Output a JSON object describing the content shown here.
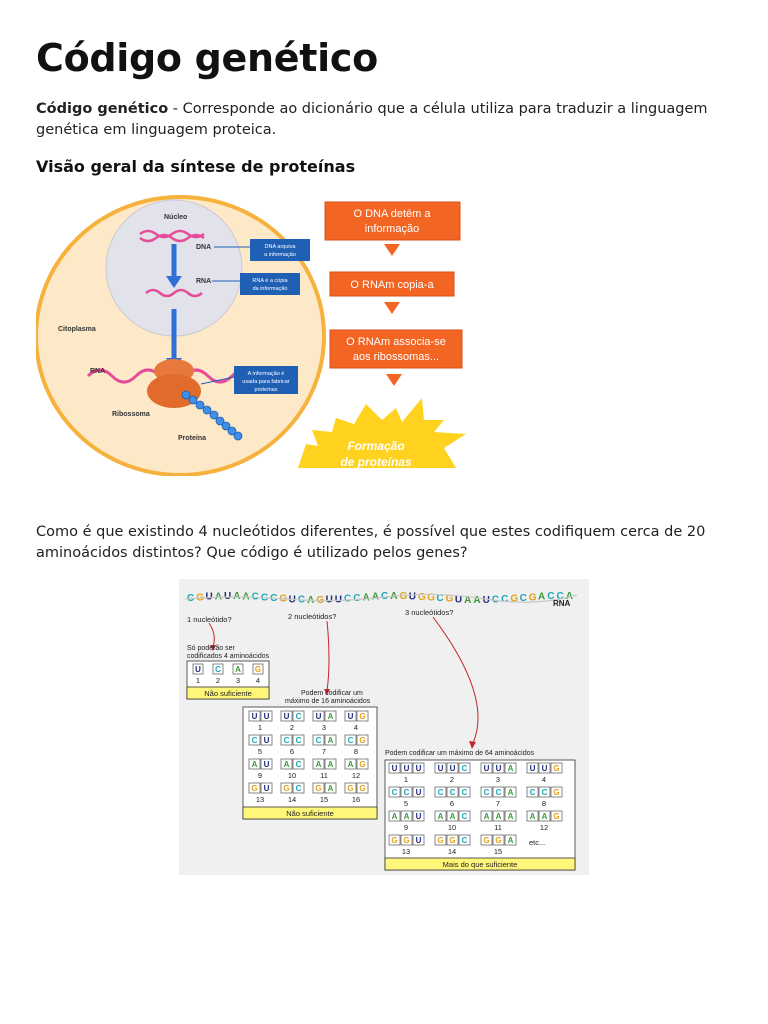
{
  "page": {
    "title": "Código genético",
    "intro_term": "Código genético",
    "intro_sep": " - ",
    "intro_text": "Corresponde ao dicionário que a célula utiliza para traduzir a linguagem genética em linguagem proteica.",
    "subtitle": "Visão geral da síntese de proteínas",
    "question": "Como é que existindo 4 nucleótidos diferentes, é possível que estes codifiquem cerca de 20 aminoácidos distintos? Que código é utilizado pelos genes?"
  },
  "figure1": {
    "nucleo": "Núcleo",
    "dna": "DNA",
    "rna_nucleus": "RNA",
    "citoplasma": "Citoplasma",
    "rna_cyto": "RNA",
    "ribossoma": "Ribossoma",
    "proteina": "Proteína",
    "box1": [
      "DNA arquiva",
      "a informação"
    ],
    "box2": [
      "RNA é a cópia",
      "da informação"
    ],
    "box3": [
      "A informação é",
      "usada para fabricar",
      "proteínas"
    ],
    "step1": [
      "O DNA detém a",
      "informação"
    ],
    "step2": [
      "O RNAm copia-a"
    ],
    "step3": [
      "O RNAm associa-se",
      "aos ribossomas..."
    ],
    "burst": [
      "Formação",
      "de proteínas"
    ],
    "colors": {
      "orange": "#f26522",
      "blue": "#1f5fb4",
      "yellow": "#ffd21f",
      "cell": "#fde9c8",
      "nucleus": "#e2e2ea",
      "ribosome": "#e8793c",
      "pink": "#e44b9a"
    }
  },
  "figure2": {
    "sequence": "CGUAUAACCCGUCAGUUCCAACAGUGGCGUAAUCCGCGACCA",
    "rna_label": "RNA",
    "label_1": "1 nucleótido?",
    "label_2": "2 nucleótidos?",
    "label_3": "3 nucleótidos?",
    "panel1_caption": [
      "Só poderão ser",
      "codificados 4 aminoácidos"
    ],
    "panel1_codons": [
      "U",
      "C",
      "A",
      "G"
    ],
    "panel1_numbers": [
      "1",
      "2",
      "3",
      "4"
    ],
    "panel1_footer": "Não suficiente",
    "panel2_caption": [
      "Podem codificar um",
      "máximo de 16 aminoácidos"
    ],
    "panel2_codons": [
      "UU",
      "UC",
      "UA",
      "UG",
      "CU",
      "CC",
      "CA",
      "CG",
      "AU",
      "AC",
      "AA",
      "AG",
      "GU",
      "GC",
      "GA",
      "GG"
    ],
    "panel2_numbers": [
      "1",
      "2",
      "3",
      "4",
      "5",
      "6",
      "7",
      "8",
      "9",
      "10",
      "11",
      "12",
      "13",
      "14",
      "15",
      "16"
    ],
    "panel2_footer": "Não suficiente",
    "panel3_caption": "Podem codificar um máximo de 64 aminoácidos",
    "panel3_codons": [
      "UUU",
      "UUC",
      "UUA",
      "UUG",
      "CCU",
      "CCC",
      "CCA",
      "CCG",
      "AAU",
      "AAC",
      "AAA",
      "AAG",
      "GGU",
      "GGC",
      "GGA"
    ],
    "panel3_numbers": [
      "1",
      "2",
      "3",
      "4",
      "5",
      "6",
      "7",
      "8",
      "9",
      "10",
      "11",
      "12",
      "13",
      "14",
      "15"
    ],
    "panel3_etc": "etc...",
    "panel3_footer": "Mais do que suficiente",
    "colors": {
      "U": "#1e2a78",
      "C": "#1aa6b7",
      "A": "#3a9a3a",
      "G": "#e0a21b",
      "footer": "#fff67a",
      "arrow": "#c0272d"
    }
  }
}
